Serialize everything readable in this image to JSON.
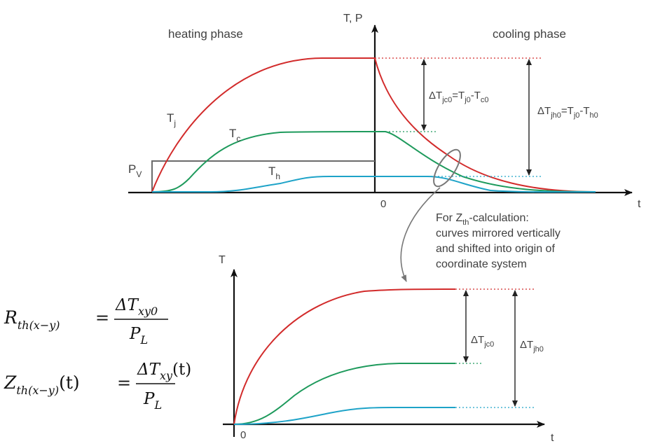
{
  "top_diagram": {
    "axis_label_y": "T, P",
    "axis_label_x": "t",
    "origin_label": "0",
    "heating_label": "heating phase",
    "cooling_label": "cooling phase",
    "tj_label": {
      "main": "T",
      "sub": "j"
    },
    "tc_label": {
      "main": "T",
      "sub": "c"
    },
    "th_label": {
      "main": "T",
      "sub": "h"
    },
    "pv_label": {
      "main": "P",
      "sub": "V"
    },
    "delta_jc0": {
      "d": "ΔT",
      "s1": "jc0",
      "m1": "=T",
      "s2": "j0",
      "m2": "-T",
      "s3": "c0"
    },
    "delta_jh0": {
      "d": "ΔT",
      "s1": "jh0",
      "m1": "=T",
      "s2": "j0",
      "m2": "-T",
      "s3": "h0"
    }
  },
  "note": {
    "line1_pre": "For Z",
    "line1_sub": "th",
    "line1_post": "-calculation:",
    "line2": "curves mirrored vertically",
    "line3": "and shifted into origin of",
    "line4": "coordinate system"
  },
  "bottom_diagram": {
    "axis_label_y": "T",
    "axis_label_x": "t",
    "origin_label": "0",
    "delta_jc0": {
      "d": "ΔT",
      "s": "jc0"
    },
    "delta_jh0": {
      "d": "ΔT",
      "s": "jh0"
    }
  },
  "formulas": {
    "rth": {
      "lhs_main": "R",
      "lhs_sub": "th(x−y)",
      "eq": "=",
      "num_main": "ΔT",
      "num_sub": "xy0",
      "den_main": "P",
      "den_sub": "L"
    },
    "zth": {
      "lhs_main": "Z",
      "lhs_sub": "th(x−y)",
      "lhs_tail": "(t)",
      "eq": "=",
      "num_main": "ΔT",
      "num_sub": "xy",
      "num_tail": "(t)",
      "den_main": "P",
      "den_sub": "L"
    }
  },
  "colors": {
    "tj": "#d22b2b",
    "tc": "#1e9a5c",
    "th": "#1ea3c8",
    "pv": "#666666",
    "axis": "#111111"
  }
}
